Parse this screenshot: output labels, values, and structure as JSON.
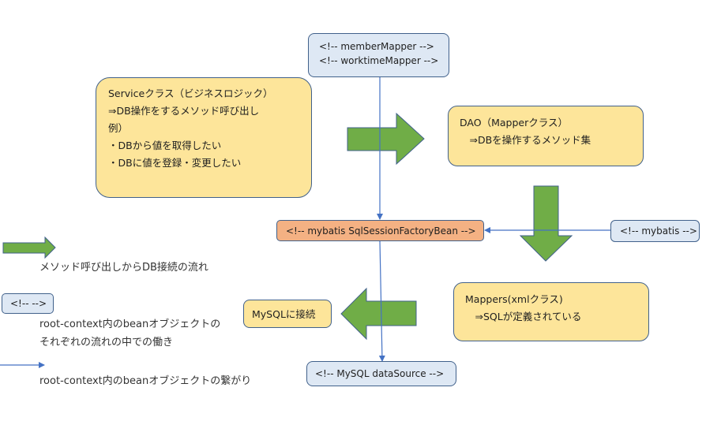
{
  "diagram": {
    "nodes": {
      "mapper_beans": {
        "lines": [
          "<!-- memberMapper -->",
          "<!-- worktimeMapper -->"
        ]
      },
      "service": {
        "lines": [
          "Serviceクラス（ビジネスロジック）",
          "⇒DB操作をするメソッド呼び出し",
          "例）",
          "・DBから値を取得したい",
          "・DBに値を登録・変更したい"
        ]
      },
      "dao": {
        "lines": [
          "DAO（Mapperクラス）",
          "　⇒DBを操作するメソッド集"
        ]
      },
      "session_factory": {
        "label": "<!-- mybatis SqlSessionFactoryBean -->"
      },
      "mybatis": {
        "label": "<!-- mybatis -->"
      },
      "mappers_xml": {
        "lines": [
          "Mappers(xmlクラス)",
          "　⇒SQLが定義されている"
        ]
      },
      "mysql_connect": {
        "label": "MySQLに接続"
      },
      "datasource": {
        "label": "<!-- MySQL dataSource -->"
      }
    },
    "edges": [
      {
        "from": "mapper_beans",
        "to": "session_factory",
        "type": "bean-connection"
      },
      {
        "from": "mybatis",
        "to": "session_factory",
        "type": "bean-connection"
      },
      {
        "from": "session_factory",
        "to": "datasource",
        "type": "bean-connection"
      },
      {
        "from": "service",
        "to": "dao",
        "type": "flow"
      },
      {
        "from": "dao",
        "to": "mappers_xml",
        "type": "flow"
      },
      {
        "from": "mappers_xml",
        "to": "mysql_connect",
        "type": "flow"
      }
    ],
    "colors": {
      "flow_arrow": "#70ad47",
      "bean_box": "#dee8f4",
      "logic_box": "#fde59a",
      "factory_box": "#f4b183",
      "connector": "#4472c4",
      "outline": "#41618b"
    }
  },
  "legend": {
    "flow_arrow_label": "メソッド呼び出しからDB接続の流れ",
    "bean_box_sample": "<!-- -->",
    "bean_box_label_1": "root-context内のbeanオブジェクトの",
    "bean_box_label_2": "それぞれの流れの中での働き",
    "connector_label": "root-context内のbeanオブジェクトの繋がり"
  }
}
